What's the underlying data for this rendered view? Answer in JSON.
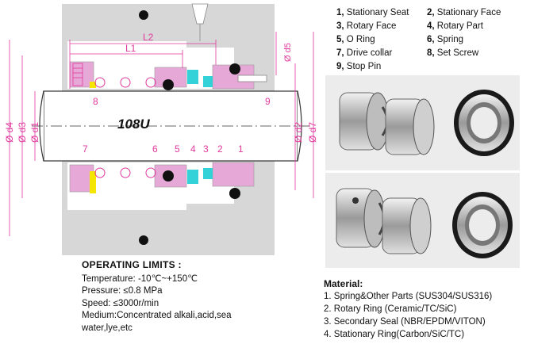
{
  "drawing": {
    "model": "108U",
    "dimensions": {
      "L1": "L1",
      "L2": "L2",
      "d1": "Ø d1",
      "d2": "Ø d2",
      "d3": "Ø d3",
      "d4": "Ø d4",
      "d5": "Ø d5",
      "d7": "Ø d7"
    },
    "part_numbers": [
      "1",
      "2",
      "3",
      "4",
      "5",
      "6",
      "7",
      "8",
      "9"
    ],
    "colors": {
      "dim": "#e0399d",
      "housing": "#d7d7d7",
      "seat": "#e6a8d6",
      "oring": "#111111",
      "spring": "#f4e600",
      "collar_teal": "#33d1d8"
    }
  },
  "legend": [
    {
      "num": "1,",
      "name": "Stationary Seat",
      "num2": "2,",
      "name2": "Stationary Face"
    },
    {
      "num": "3,",
      "name": "Rotary Face",
      "num2": "4,",
      "name2": "Rotary Part"
    },
    {
      "num": "5,",
      "name": "O Ring",
      "num2": "6,",
      "name2": "Spring"
    },
    {
      "num": "7,",
      "name": "Drive collar",
      "num2": "8,",
      "name2": "Set Screw"
    },
    {
      "num": "9,",
      "name": "Stop Pin",
      "num2": "",
      "name2": ""
    }
  ],
  "limits": {
    "title": "OPERATING LIMITS :",
    "lines": [
      "Temperature: -10℃~+150℃",
      "Pressure: ≤0.8 MPa",
      "Speed: ≤3000r/min",
      "Medium:Concentrated alkali,acid,sea",
      "water,lye,etc"
    ]
  },
  "material": {
    "title": "Material:",
    "items": [
      "1. Spring&Other Parts (SUS304/SUS316)",
      "2. Rotary Ring (Ceramic/TC/SiC)",
      "3. Secondary Seal (NBR/EPDM/VITON)",
      "4. Stationary Ring(Carbon/SiC/TC)"
    ]
  },
  "photos": [
    "product-photo-top",
    "product-photo-bottom"
  ]
}
